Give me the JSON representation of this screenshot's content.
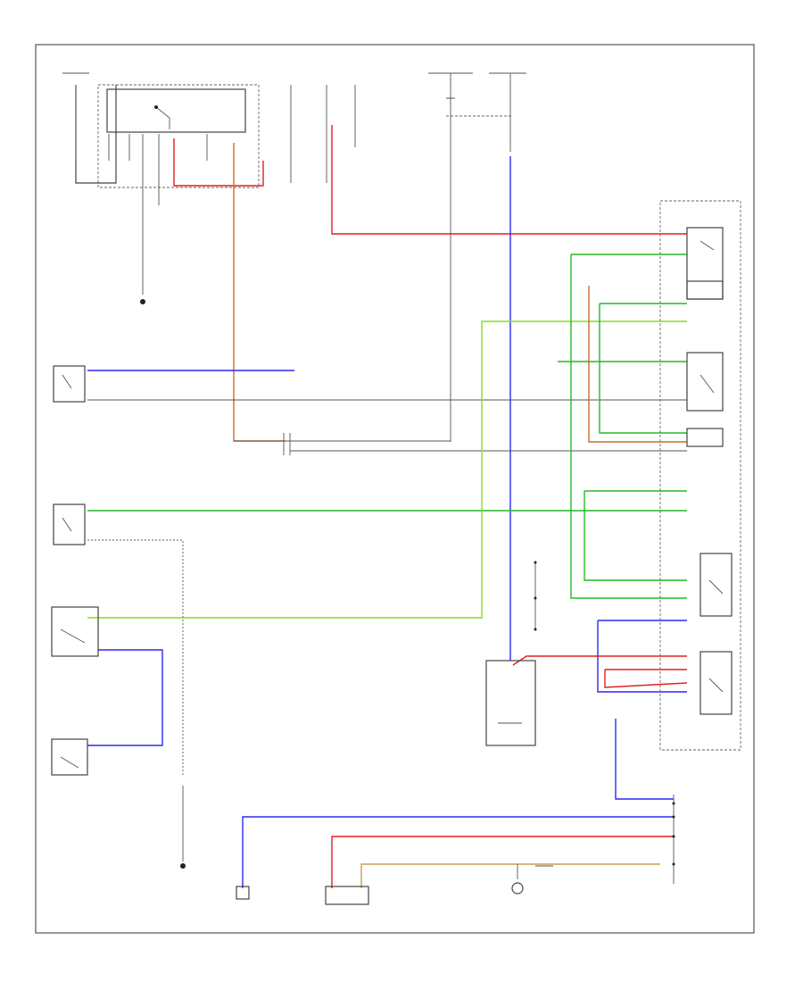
{
  "diagram": {
    "footer_code": "",
    "colors": {
      "red": "#e02020",
      "blue": "#2a2aee",
      "green": "#22bb22",
      "light_green": "#88dd22",
      "orange": "#cc6a2a",
      "tan": "#c8a050",
      "gray": "#888888",
      "black": "#333333"
    },
    "wires": [
      {
        "id": "w-red-top",
        "color": "red"
      },
      {
        "id": "w-orange",
        "color": "orange"
      },
      {
        "id": "w-blue-vertical",
        "color": "blue"
      },
      {
        "id": "w-blue-left",
        "color": "blue"
      },
      {
        "id": "w-green",
        "color": "green"
      },
      {
        "id": "w-lightgreen",
        "color": "light_green"
      },
      {
        "id": "w-blue-bottom",
        "color": "blue"
      },
      {
        "id": "w-red-bottom",
        "color": "red"
      },
      {
        "id": "w-tan",
        "color": "tan"
      }
    ]
  }
}
